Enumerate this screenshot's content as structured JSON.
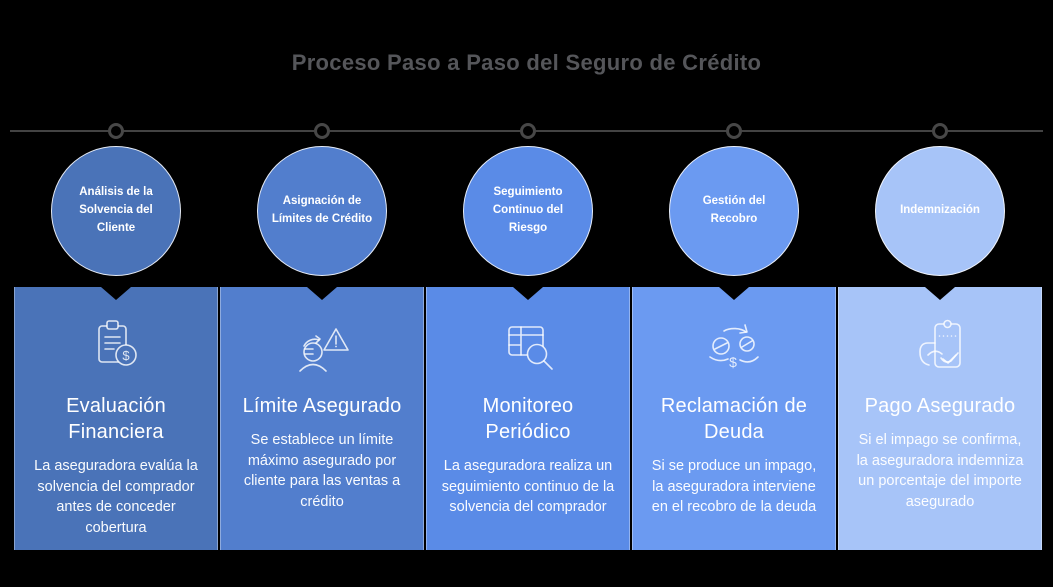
{
  "title": "Proceso Paso a Paso del Seguro de Crédito",
  "colors": {
    "background": "#000000",
    "title_text": "#55565a",
    "timeline": "#434343",
    "card_text": "#ffffff",
    "step_colors": [
      "#4a73b8",
      "#527ecd",
      "#5a8be7",
      "#6b9af1",
      "#a7c4f8"
    ]
  },
  "steps": [
    {
      "circle_label": "Análisis de la Solvencia del Cliente",
      "card_title": "Evaluación Financiera",
      "card_description": "La aseguradora evalúa la solvencia del comprador antes de conceder cobertura",
      "color": "#4a73b8",
      "icon": "clipboard-dollar-icon"
    },
    {
      "circle_label": "Asignación de Límites de Crédito",
      "card_title": "Límite Asegurado",
      "card_description": "Se establece un límite máximo asegurado por cliente para las ventas a crédito",
      "color": "#527ecd",
      "icon": "person-warning-icon"
    },
    {
      "circle_label": "Seguimiento Continuo del Riesgo",
      "card_title": "Monitoreo Periódico",
      "card_description": "La aseguradora realiza un seguimiento continuo de la solvencia del comprador",
      "color": "#5a8be7",
      "icon": "table-magnifier-icon"
    },
    {
      "circle_label": "Gestión del Recobro",
      "card_title": "Reclamación de Deuda",
      "card_description": "Si se produce un impago, la aseguradora interviene en el recobro de la deuda",
      "color": "#6b9af1",
      "icon": "coins-recovery-icon"
    },
    {
      "circle_label": "Indemnización",
      "card_title": "Pago Asegurado",
      "card_description": "Si el impago se confirma, la aseguradora indemniza un porcentaje del importe asegurado",
      "color": "#a7c4f8",
      "icon": "hand-payment-icon"
    }
  ]
}
